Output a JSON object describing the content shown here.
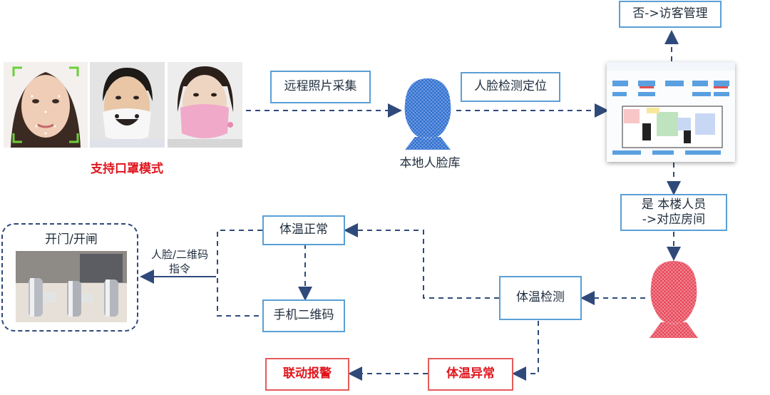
{
  "nodes": {
    "remote_capture": "远程照片采集",
    "face_locate": "人脸检测定位",
    "visitor_mgmt": "否->访客管理",
    "resident_line1": "是 本楼人员",
    "resident_line2": "->对应房间",
    "temp_detect": "体温检测",
    "temp_normal": "体温正常",
    "phone_qr": "手机二维码",
    "temp_abnormal": "体温异常",
    "alarm": "联动报警"
  },
  "labels": {
    "mask_mode": "支持口罩模式",
    "local_face_db": "本地人脸库",
    "open_gate": "开门/开闸",
    "cmd_line1": "人脸/二维码",
    "cmd_line2": "指令"
  },
  "colors": {
    "box_border": "#5a9fd6",
    "alarm_border": "#e65a5a",
    "alert_text": "#e0161e",
    "arrow": "#2f4a7a"
  }
}
